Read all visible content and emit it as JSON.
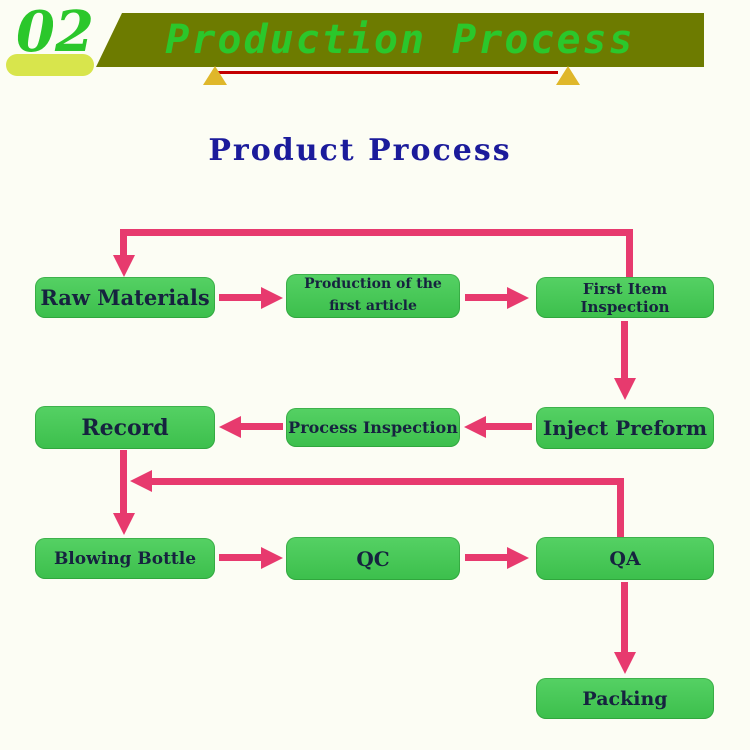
{
  "header": {
    "section_number": "02",
    "banner_title": "Production Process"
  },
  "diagram": {
    "title": "Product Process",
    "nodes": {
      "raw_materials": "Raw Materials",
      "production_first_article_line1": "Production of the",
      "production_first_article_line2": "first article",
      "first_item_inspection": "First Item Inspection",
      "inject_preform": "Inject Preform",
      "process_inspection": "Process Inspection",
      "record": "Record",
      "blowing_bottle": "Blowing Bottle",
      "qc": "QC",
      "qa": "QA",
      "packing": "Packing"
    },
    "edges": [
      {
        "from": "raw_materials",
        "to": "production_first_article",
        "style": "arrow-right"
      },
      {
        "from": "production_first_article",
        "to": "first_item_inspection",
        "style": "arrow-right"
      },
      {
        "from": "first_item_inspection",
        "to": "raw_materials",
        "style": "feedback-loop-top"
      },
      {
        "from": "first_item_inspection",
        "to": "inject_preform",
        "style": "arrow-down"
      },
      {
        "from": "inject_preform",
        "to": "process_inspection",
        "style": "arrow-left"
      },
      {
        "from": "process_inspection",
        "to": "record",
        "style": "arrow-left"
      },
      {
        "from": "record",
        "to": "blowing_bottle",
        "style": "arrow-down"
      },
      {
        "from": "qa",
        "to": "blowing_bottle",
        "style": "feedback-loop-middle"
      },
      {
        "from": "blowing_bottle",
        "to": "qc",
        "style": "arrow-right"
      },
      {
        "from": "qc",
        "to": "qa",
        "style": "arrow-right"
      },
      {
        "from": "qa",
        "to": "packing",
        "style": "arrow-down"
      }
    ]
  },
  "colors": {
    "background": "#fcfdf4",
    "banner_fill": "#6d7b00",
    "banner_text": "#2bc72b",
    "section_number": "#2bc72b",
    "pill": "#d8e54c",
    "underline": "#c30000",
    "triangles": "#dfb72a",
    "diagram_title": "#1b1b9b",
    "node_fill": "#43c552",
    "node_text": "#16233f",
    "arrow": "#e73a6e"
  }
}
